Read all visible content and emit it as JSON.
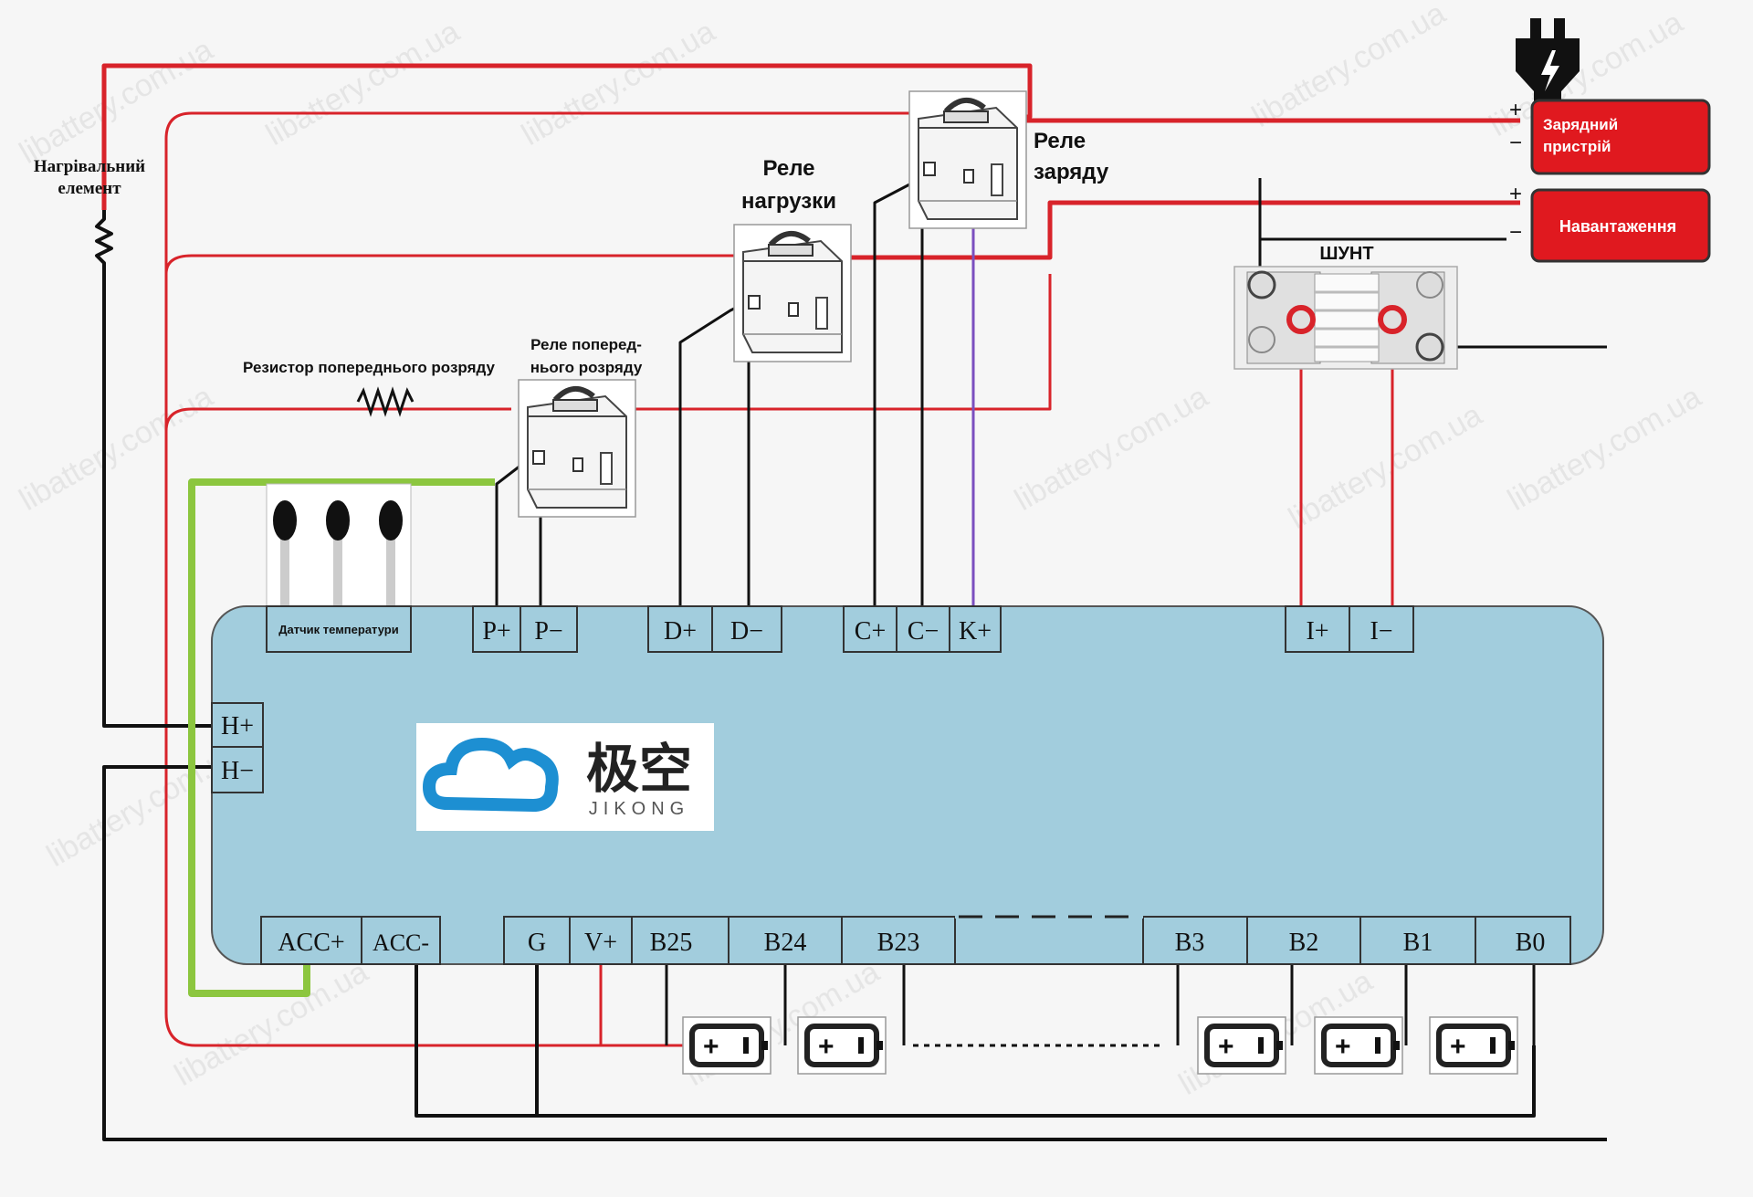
{
  "labels": {
    "heater": [
      "Нагрівальний",
      "елемент"
    ],
    "charge_relay": [
      "Реле",
      "заряду"
    ],
    "load_relay": [
      "Реле",
      "нагрузки"
    ],
    "prerelay": [
      "Реле поперед-",
      "нього розряду"
    ],
    "pre_resistor": "Резистор попереднього розряду",
    "charger": [
      "Зарядний",
      "пристрій"
    ],
    "load": "Навантаження",
    "shunt": "ШУНТ",
    "temp_sensor": "Датчик температури",
    "plus": "+",
    "minus": "−"
  },
  "terminals": {
    "p_plus": "P+",
    "p_minus": "P−",
    "d_plus": "D+",
    "d_minus": "D−",
    "c_plus": "C+",
    "c_minus": "C−",
    "k_plus": "K+",
    "i_plus": "I+",
    "i_minus": "I−",
    "h_plus": "H+",
    "h_minus": "H−",
    "acc_plus": "ACC+",
    "acc_minus": "ACC-",
    "g": "G",
    "v_plus": "V+",
    "b25": "B25",
    "b24": "B24",
    "b23": "B23",
    "b3": "B3",
    "b2": "B2",
    "b1": "B1",
    "b0": "B0"
  },
  "logo": {
    "chinese": "极空",
    "latin": "JIKONG"
  },
  "watermark": "libattery.com.ua",
  "colors": {
    "board": "#a2cddd",
    "wire_red": "#d8232a",
    "wire_black": "#111111",
    "wire_green": "#8cc63f",
    "wire_purple": "#7b4fbf",
    "device_red": "#e0191f"
  }
}
